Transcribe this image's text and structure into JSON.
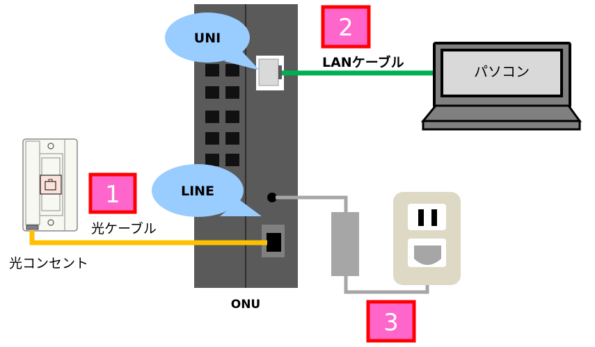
{
  "diagram": {
    "title": "ONU connection diagram",
    "labels": {
      "uni": "UNI",
      "line": "LINE",
      "onu": "ONU",
      "lan_cable": "LANケーブル",
      "fiber_cable": "光ケーブル",
      "fiber_outlet": "光コンセント",
      "pc": "パソコン"
    },
    "steps": [
      {
        "number": "1",
        "target": "光ケーブル"
      },
      {
        "number": "2",
        "target": "LANケーブル"
      },
      {
        "number": "3",
        "target": "電源"
      }
    ],
    "colors": {
      "onu_body": "#5a5a5a",
      "vent": "#111111",
      "bubble": "#99ccff",
      "lan_cable": "#00b050",
      "fiber_cable": "#ffc000",
      "power_cable": "#a6a6a6",
      "badge_fill": "#ff66cc",
      "badge_border": "#ff0000",
      "outlet_plate": "#ddd9c4",
      "laptop_body": "#808080",
      "laptop_screen": "#d9d9d9"
    }
  }
}
